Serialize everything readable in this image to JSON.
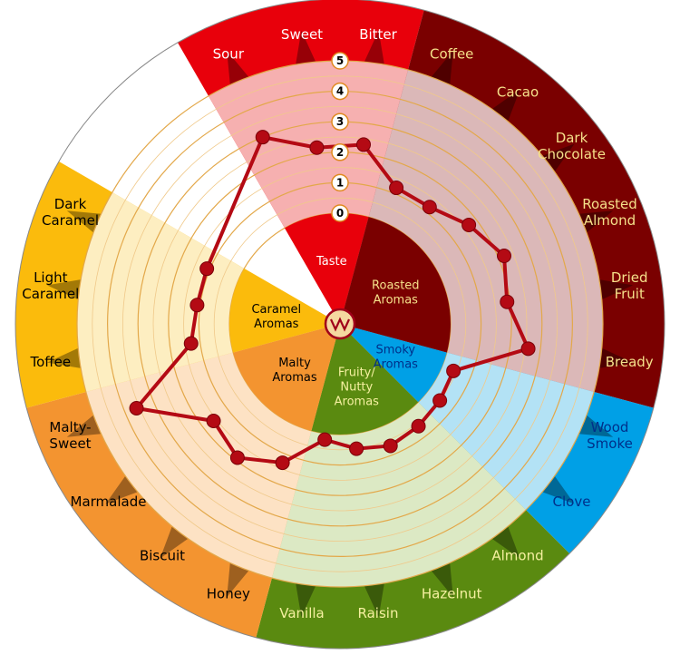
{
  "chart_data": {
    "type": "radar",
    "r_range": [
      0,
      5
    ],
    "tick_labels": [
      "0",
      "1",
      "2",
      "3",
      "4",
      "5"
    ],
    "center_label": "",
    "groups": [
      {
        "label_lines": [
          "Taste"
        ],
        "color": "#e8000b",
        "band_color": "#f6b0b0",
        "label_color": "#ffffff",
        "categories": [
          {
            "lines": [
              "Sour"
            ],
            "value": 3.0
          },
          {
            "lines": [
              "Sweet"
            ],
            "value": 2.2
          },
          {
            "lines": [
              "Bitter"
            ],
            "value": 2.3
          }
        ]
      },
      {
        "label_lines": [
          "Roasted",
          "Aromas"
        ],
        "color": "#7a0000",
        "band_color": "#dbb8b8",
        "label_color": "#f5e08a",
        "categories": [
          {
            "lines": [
              "Coffee"
            ],
            "value": 1.2
          },
          {
            "lines": [
              "Cacao"
            ],
            "value": 1.2
          },
          {
            "lines": [
              "Dark",
              "Chocolate"
            ],
            "value": 1.7
          },
          {
            "lines": [
              "Roasted",
              "Almond"
            ],
            "value": 2.2
          },
          {
            "lines": [
              "Dried",
              "Fruit"
            ],
            "value": 1.9
          },
          {
            "lines": [
              "Bready"
            ],
            "value": 2.6
          }
        ]
      },
      {
        "label_lines": [
          "Smoky",
          "Aromas"
        ],
        "color": "#00a0e6",
        "band_color": "#b3e2f5",
        "label_color": "#00308a",
        "categories": [
          {
            "lines": [
              "Wood",
              "Smoke"
            ],
            "value": 0.4
          },
          {
            "lines": [
              "Clove"
            ],
            "value": 0.5
          }
        ]
      },
      {
        "label_lines": [
          "Fruity/",
          "Nutty",
          "Aromas"
        ],
        "color": "#5a8a10",
        "band_color": "#dce9c4",
        "label_color": "#f5f0a0",
        "categories": [
          {
            "lines": [
              "Almond"
            ],
            "value": 0.6
          },
          {
            "lines": [
              "Hazelnut"
            ],
            "value": 0.7
          },
          {
            "lines": [
              "Raisin"
            ],
            "value": 0.5
          },
          {
            "lines": [
              "Vanilla"
            ],
            "value": 0.2
          }
        ]
      },
      {
        "label_lines": [
          "Malty",
          "Aromas"
        ],
        "color": "#f39430",
        "band_color": "#fde2c4",
        "label_color": "#000000",
        "categories": [
          {
            "lines": [
              "Honey"
            ],
            "value": 1.3
          },
          {
            "lines": [
              "Biscuit"
            ],
            "value": 1.9
          },
          {
            "lines": [
              "Marmalade"
            ],
            "value": 1.6
          },
          {
            "lines": [
              "Malty-",
              "Sweet"
            ],
            "value": 3.6
          }
        ]
      },
      {
        "label_lines": [
          "Caramel",
          "Aromas"
        ],
        "color": "#fbbb0c",
        "band_color": "#fdeec1",
        "label_color": "#000000",
        "categories": [
          {
            "lines": [
              "Toffee"
            ],
            "value": 1.3
          },
          {
            "lines": [
              "Light",
              "Caramel"
            ],
            "value": 1.1
          },
          {
            "lines": [
              "Dark",
              "Caramel"
            ],
            "value": 1.1
          }
        ]
      }
    ],
    "series": [
      {
        "line_color": "#b40a14",
        "marker_color": "#b40a14"
      }
    ]
  }
}
